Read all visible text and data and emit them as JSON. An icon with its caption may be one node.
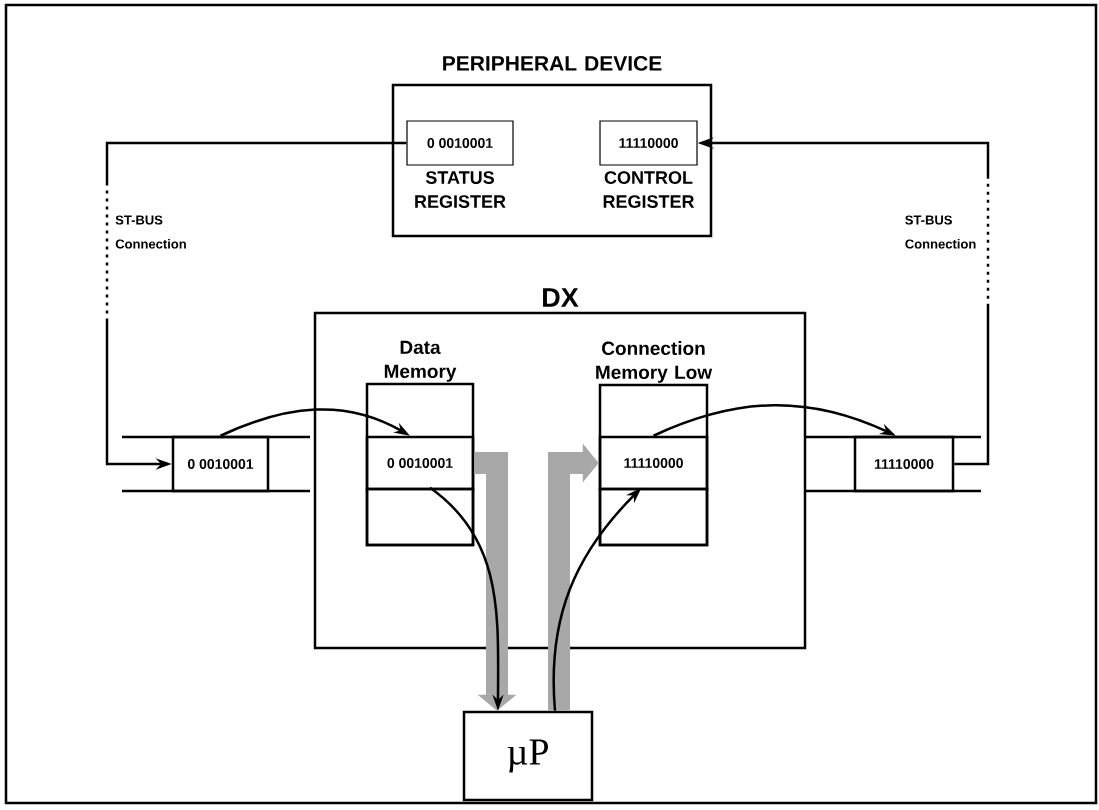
{
  "diagram": {
    "nodes": [
      {
        "text": [
          "PERIPHERAL DEVICE"
        ]
      },
      {
        "text": [
          "0 0010001"
        ],
        "in": 0,
        "beside": [
          "STATUS REGISTER"
        ]
      },
      {
        "text": [
          "11110000"
        ],
        "in": 0,
        "beside": [
          "CONTROL REGISTER"
        ]
      },
      {
        "text": [
          "DX"
        ]
      },
      {
        "text": [
          "Data Memory"
        ],
        "in": 3
      },
      {
        "text": [
          "0 0010001"
        ],
        "in": 4
      },
      {
        "text": [],
        "shape": "box",
        "in": 4
      },
      {
        "text": [
          "Connection Memory Low"
        ],
        "in": 3
      },
      {
        "text": [
          "11110000"
        ],
        "in": 7
      },
      {
        "text": [],
        "shape": "box",
        "in": 7
      },
      {
        "text": [
          "0 0010001"
        ]
      },
      {
        "text": [
          "11110000"
        ]
      },
      {
        "text": [
          "µP"
        ]
      }
    ],
    "edges": [
      {
        "from": 1,
        "to": 10,
        "arrow": "to",
        "label": "ST-BUS Connection",
        "style": "dashed"
      },
      {
        "from": 10,
        "to": 5,
        "arrow": "to"
      },
      {
        "from": 5,
        "to": 12,
        "arrow": "to",
        "style": "thick",
        "color": "#a8a8a8"
      },
      {
        "from": 12,
        "to": 8,
        "arrow": "to",
        "style": "thick",
        "color": "#a8a8a8"
      },
      {
        "from": 6,
        "to": 12,
        "arrow": "to"
      },
      {
        "from": 12,
        "to": 9,
        "arrow": "to"
      },
      {
        "from": 8,
        "to": 11,
        "arrow": "to"
      },
      {
        "from": 11,
        "to": 2,
        "arrow": "to",
        "label": "ST-BUS Connection",
        "style": "dashed"
      }
    ]
  }
}
